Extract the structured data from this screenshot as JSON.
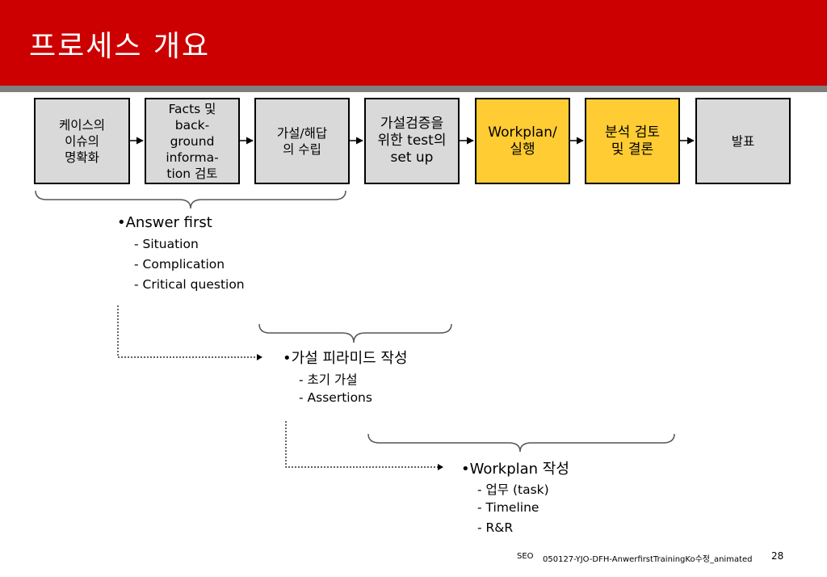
{
  "header": {
    "title": "프로세스 개요",
    "bar_color": "#cc0000",
    "rule_color": "#7f7f7f"
  },
  "process_steps": [
    {
      "label": "케이스의\n이슈의\n명확화",
      "color": "#d9d9d9"
    },
    {
      "label": "Facts 및\nback-\nground\ninforma-\ntion 검토",
      "color": "#d9d9d9"
    },
    {
      "label": "가설/해답\n의 수립",
      "color": "#d9d9d9"
    },
    {
      "label": "가설검증을\n위한 test의\nset up",
      "color": "#d9d9d9"
    },
    {
      "label": "Workplan/\n실행",
      "color": "#ffcc33"
    },
    {
      "label": "분석 검토\n및 결론",
      "color": "#ffcc33"
    },
    {
      "label": "발표",
      "color": "#d9d9d9"
    }
  ],
  "groups": [
    {
      "bullet": "•Answer first",
      "items": [
        "Situation",
        "Complication",
        "Critical question"
      ]
    },
    {
      "bullet": "•가설 피라미드 작성",
      "items": [
        "초기 가설",
        "Assertions"
      ]
    },
    {
      "bullet": "•Workplan 작성",
      "items": [
        "업무 (task)",
        "Timeline",
        "R&R"
      ]
    }
  ],
  "dash": "-",
  "footer": {
    "left": "SEO",
    "file": "050127-YJO-DFH-AnwerfirstTrainingKo수정_animated",
    "page": "28"
  }
}
